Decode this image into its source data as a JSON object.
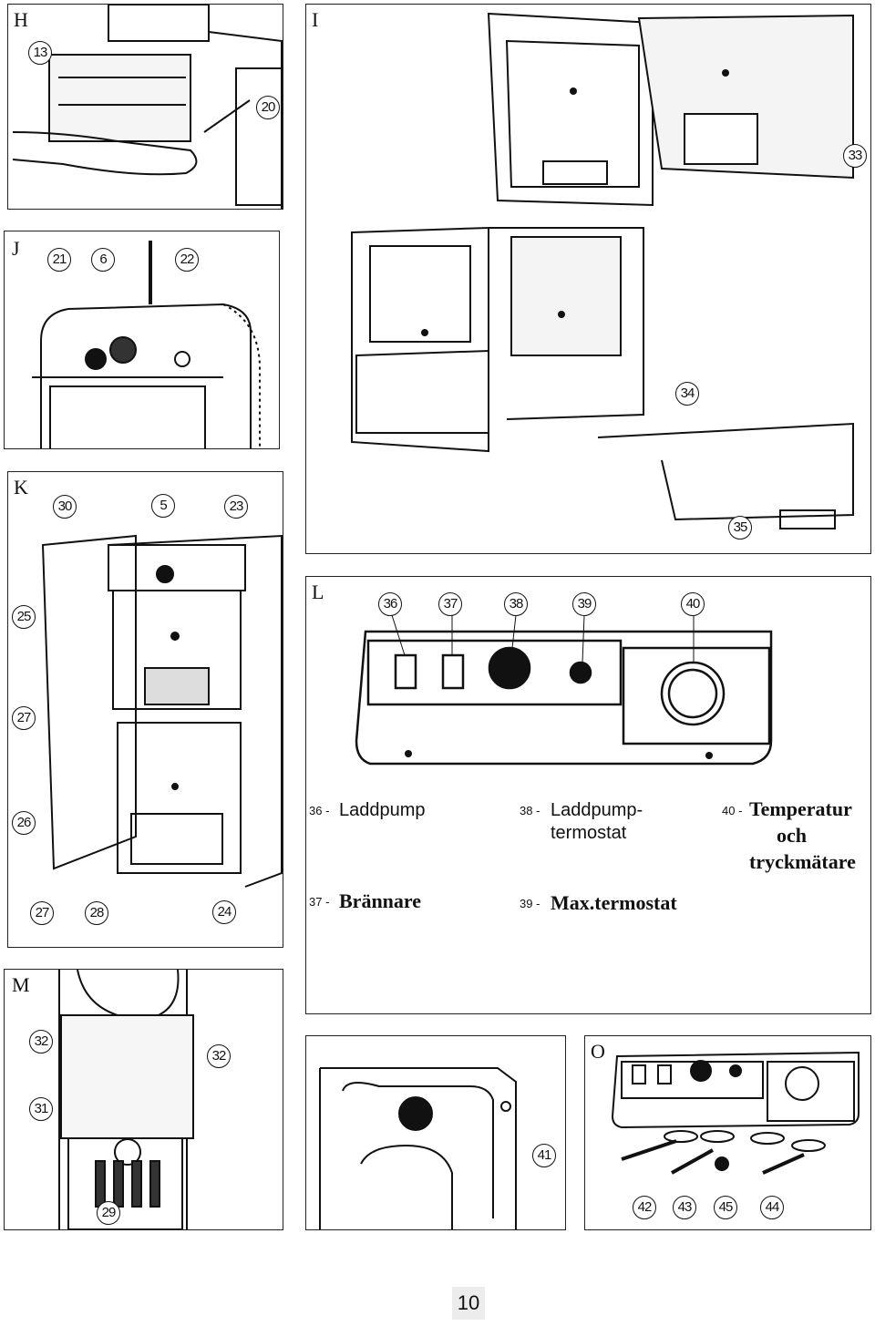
{
  "page_number": "10",
  "panels": {
    "H": {
      "letter": "H",
      "callouts": [
        "13",
        "20"
      ]
    },
    "I": {
      "letter": "I",
      "callouts": [
        "33",
        "34",
        "35"
      ]
    },
    "J": {
      "letter": "J",
      "callouts": [
        "21",
        "6",
        "22"
      ]
    },
    "K": {
      "letter": "K",
      "callouts": [
        "30",
        "5",
        "23",
        "25",
        "27",
        "26",
        "27",
        "28",
        "24"
      ]
    },
    "L": {
      "letter": "L",
      "callouts": [
        "36",
        "37",
        "38",
        "39",
        "40"
      ]
    },
    "M": {
      "letter": "M",
      "callouts": [
        "32",
        "32",
        "31",
        "29"
      ]
    },
    "N": {
      "callouts": [
        "41"
      ]
    },
    "O": {
      "letter": "O",
      "callouts": [
        "42",
        "43",
        "45",
        "44"
      ]
    }
  },
  "legend": [
    {
      "num": "36 -",
      "lines": [
        "Laddpump"
      ]
    },
    {
      "num": "37 -",
      "lines": [
        "Brännare"
      ]
    },
    {
      "num": "38 -",
      "lines": [
        "Laddpump-",
        "termostat"
      ]
    },
    {
      "num": "39 -",
      "lines": [
        "Max.termostat"
      ]
    },
    {
      "num": "40 -",
      "lines": [
        "Temperatur",
        "och",
        "tryckmätare"
      ]
    }
  ]
}
